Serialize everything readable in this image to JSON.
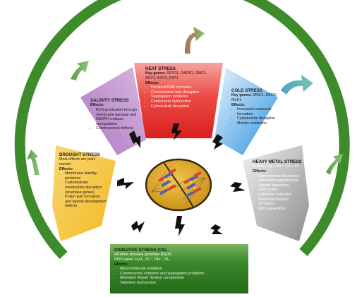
{
  "panels": {
    "heat": {
      "title": "HEAT STRESS",
      "key_genes_label": "Key genes:",
      "key_genes": "SPO11, RAD51, DMC1, ASY1, ASY4, ZYP1",
      "effects_label": "Effects:",
      "effects": [
        "Declined DSB formation",
        "Chromosome axis disruption",
        "Segregation problems",
        "Centromere dysfunction",
        "Cytoskeletal disruption"
      ],
      "color": "#e53b32"
    },
    "salinity": {
      "title": "SALINITY STRESS",
      "effects_label": "Effects:",
      "effects": [
        "ROS production through membrane damage and NADPH oxidase upregulation",
        "Chromosomal defects"
      ],
      "color": "#b27fc2"
    },
    "cold": {
      "title": "COLD STRESS",
      "key_genes_label": "Key genes:",
      "key_genes": "DMC1, HEI10, MLH1",
      "effects_label": "Effects:",
      "effects": [
        "Increased crossover formation",
        "Cytoskeletal disruption",
        "Meiotic restitution"
      ],
      "color": "#3b9fe0"
    },
    "drought": {
      "title": "DROUGHT STRESS",
      "note": "Most effects are post-meiotic",
      "effects_label": "Effects:",
      "effects": [
        "Membrane stability problems",
        "Carbohydrate metabolism disruption (invertase genes)",
        "Pollen wall formation and tapetal development defects"
      ],
      "color": "#f5c131"
    },
    "heavy_metal": {
      "title": "HEAVY METAL STRESS",
      "toxicity": "Toxicity: Hg > Pb > Cd > Zn",
      "effects_label": "Effects:",
      "effects": [
        "Chromosome stickiness",
        "Chromatin agglutination",
        "Spindle apparatus dysfunction",
        "Cytomixis induction",
        "Reduced chiasma formation",
        "ROS generation"
      ],
      "color": "#8f8f8f"
    },
    "oxidative": {
      "title": "OXIDATIVE STRESS (OS)",
      "note": "All other stresses generate (R)OS",
      "ros_types": "ROS types: H₂O₂, O₂⁻, OH⁻, ¹O₂",
      "effects_label": "Effects:",
      "effects": [
        "Macromolecule oxidation",
        "Chromosome cohesion and segregation problems",
        "Mismatch Repair System compromise",
        "Telomere dysfunction"
      ],
      "color": "#2f7d22"
    }
  },
  "colors": {
    "arc": "#3e8b2c",
    "arrow": "#4fa33d",
    "cell_fill": "#e2a318",
    "chromosome_red": "#d8452f",
    "chromosome_blue": "#4a63b5",
    "bolt": "#111111"
  },
  "icons": [
    "lightning-bolt-icon",
    "curved-arrow-icon",
    "meiotic-cell-icon"
  ]
}
